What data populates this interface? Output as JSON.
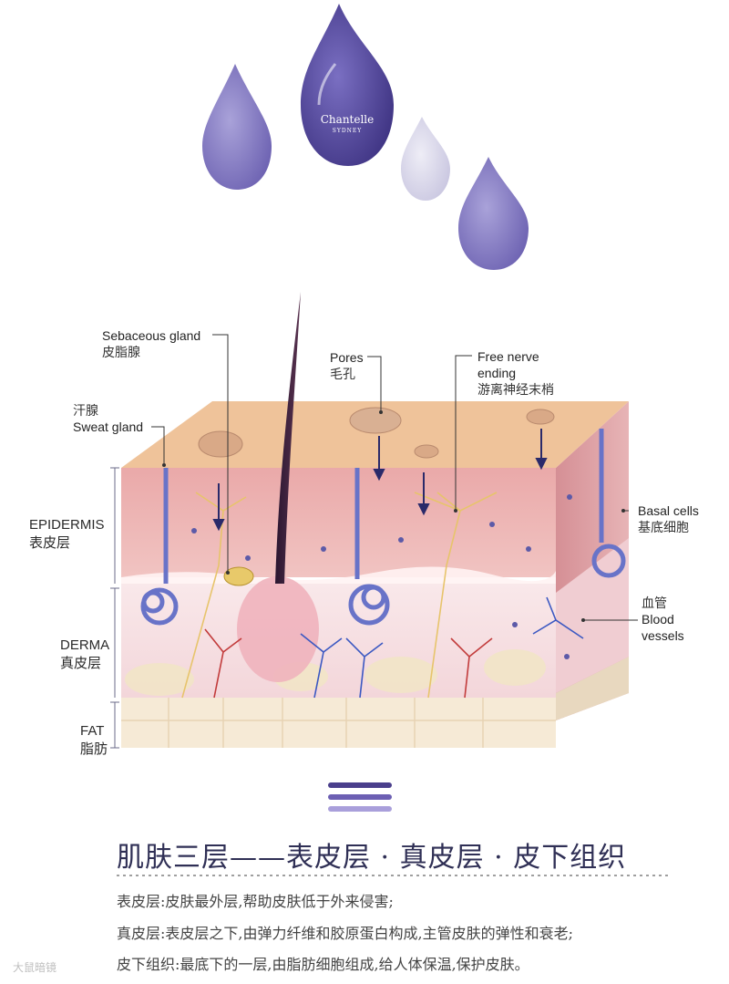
{
  "logo": {
    "brand": "Chantelle",
    "sub": "SYDNEY"
  },
  "labels": {
    "sebaceous_en": "Sebaceous gland",
    "sebaceous_cn": "皮脂腺",
    "pores_en": "Pores",
    "pores_cn": "毛孔",
    "nerve_en_1": "Free nerve",
    "nerve_en_2": "ending",
    "nerve_cn": "游离神经末梢",
    "sweat_cn": "汗腺",
    "sweat_en": "Sweat gland",
    "basal_en": "Basal cells",
    "basal_cn": "基底细胞",
    "vessels_cn": "血管",
    "vessels_en_1": "Blood",
    "vessels_en_2": "vessels"
  },
  "layers": {
    "epidermis_en": "EPIDERMIS",
    "epidermis_cn": "表皮层",
    "derma_en": "DERMA",
    "derma_cn": "真皮层",
    "fat_en": "FAT",
    "fat_cn": "脂肪"
  },
  "title": "肌肤三层——表皮层 · 真皮层 · 皮下组织",
  "descriptions": [
    "表皮层:皮肤最外层,帮助皮肤低于外来侵害;",
    "真皮层:表皮层之下,由弹力纤维和胶原蛋白构成,主管皮肤的弹性和衰老;",
    "皮下组织:最底下的一层,由脂肪细胞组成,给人体保温,保护皮肤。"
  ],
  "watermark": "大鼠暗镜",
  "colors": {
    "drop_dark": "#4a3f8c",
    "drop_mid": "#8a80c8",
    "drop_light": "#d8d6ea",
    "epidermis": "#ecb6b4",
    "surface": "#efc39a",
    "derma": "#f6dde0",
    "fat": "#f6ead6",
    "title": "#2f2f55"
  }
}
